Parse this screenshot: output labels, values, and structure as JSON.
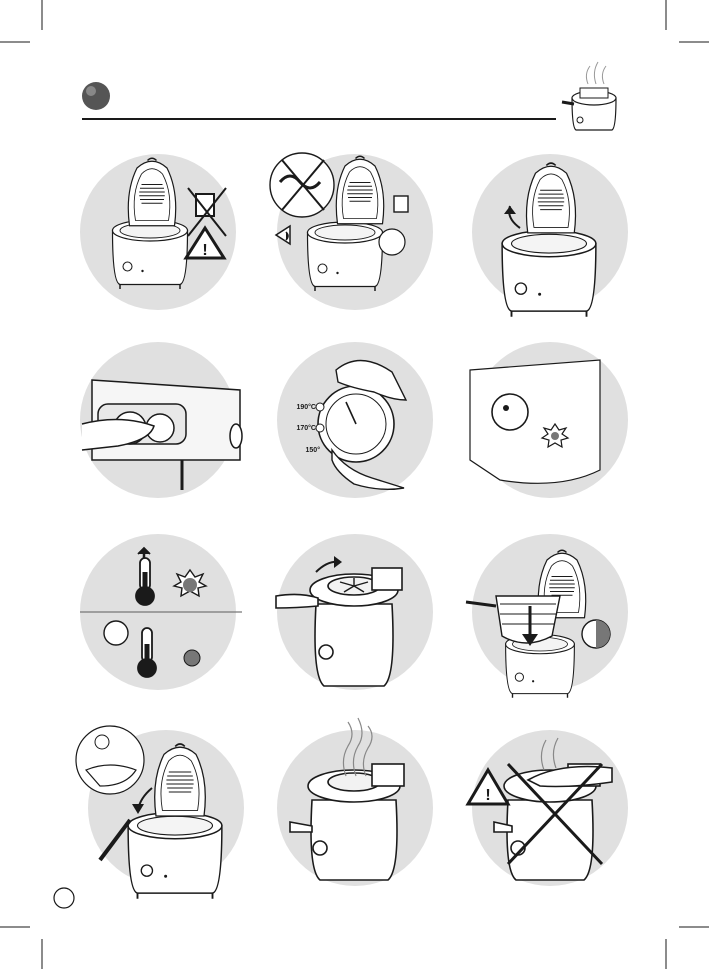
{
  "colors": {
    "circle_bg": "#e0e0e0",
    "line": "#1a1a1a",
    "bullet": "#555555",
    "light_grey": "#777777",
    "white": "#ffffff"
  },
  "thermostat": {
    "temp_high": "190°C",
    "temp_mid": "170°C",
    "temp_low": "150°"
  },
  "panels": [
    {
      "id": "step-1",
      "icons": [
        "unplugged-socket-crossed",
        "warning-triangle-icon"
      ]
    },
    {
      "id": "step-2",
      "icons": [
        "no-coiled-cord-icon",
        "fill-level-icon",
        "plug-in-icon"
      ]
    },
    {
      "id": "step-3",
      "icons": [
        "open-lid-arrow-icon"
      ]
    },
    {
      "id": "step-4",
      "icons": [
        "press-power-button-icon"
      ]
    },
    {
      "id": "step-5",
      "icons": [
        "thermostat-dial-icon"
      ]
    },
    {
      "id": "step-6",
      "icons": [
        "indicator-light-on-icon"
      ]
    },
    {
      "id": "step-7",
      "icons": [
        "thermometer-up-icon",
        "light-on-icon",
        "thermometer-icon",
        "light-off-icon"
      ]
    },
    {
      "id": "step-8",
      "icons": [
        "close-lid-arrow-icon"
      ]
    },
    {
      "id": "step-9",
      "icons": [
        "lower-basket-arrow-icon",
        "timer-icon"
      ]
    },
    {
      "id": "step-10",
      "icons": [
        "timer-icon",
        "open-lid-arrow-icon"
      ]
    },
    {
      "id": "step-11",
      "icons": [
        "steam-icon"
      ]
    },
    {
      "id": "step-12",
      "icons": [
        "warning-triangle-icon",
        "do-not-touch-crossed-icon"
      ]
    }
  ]
}
